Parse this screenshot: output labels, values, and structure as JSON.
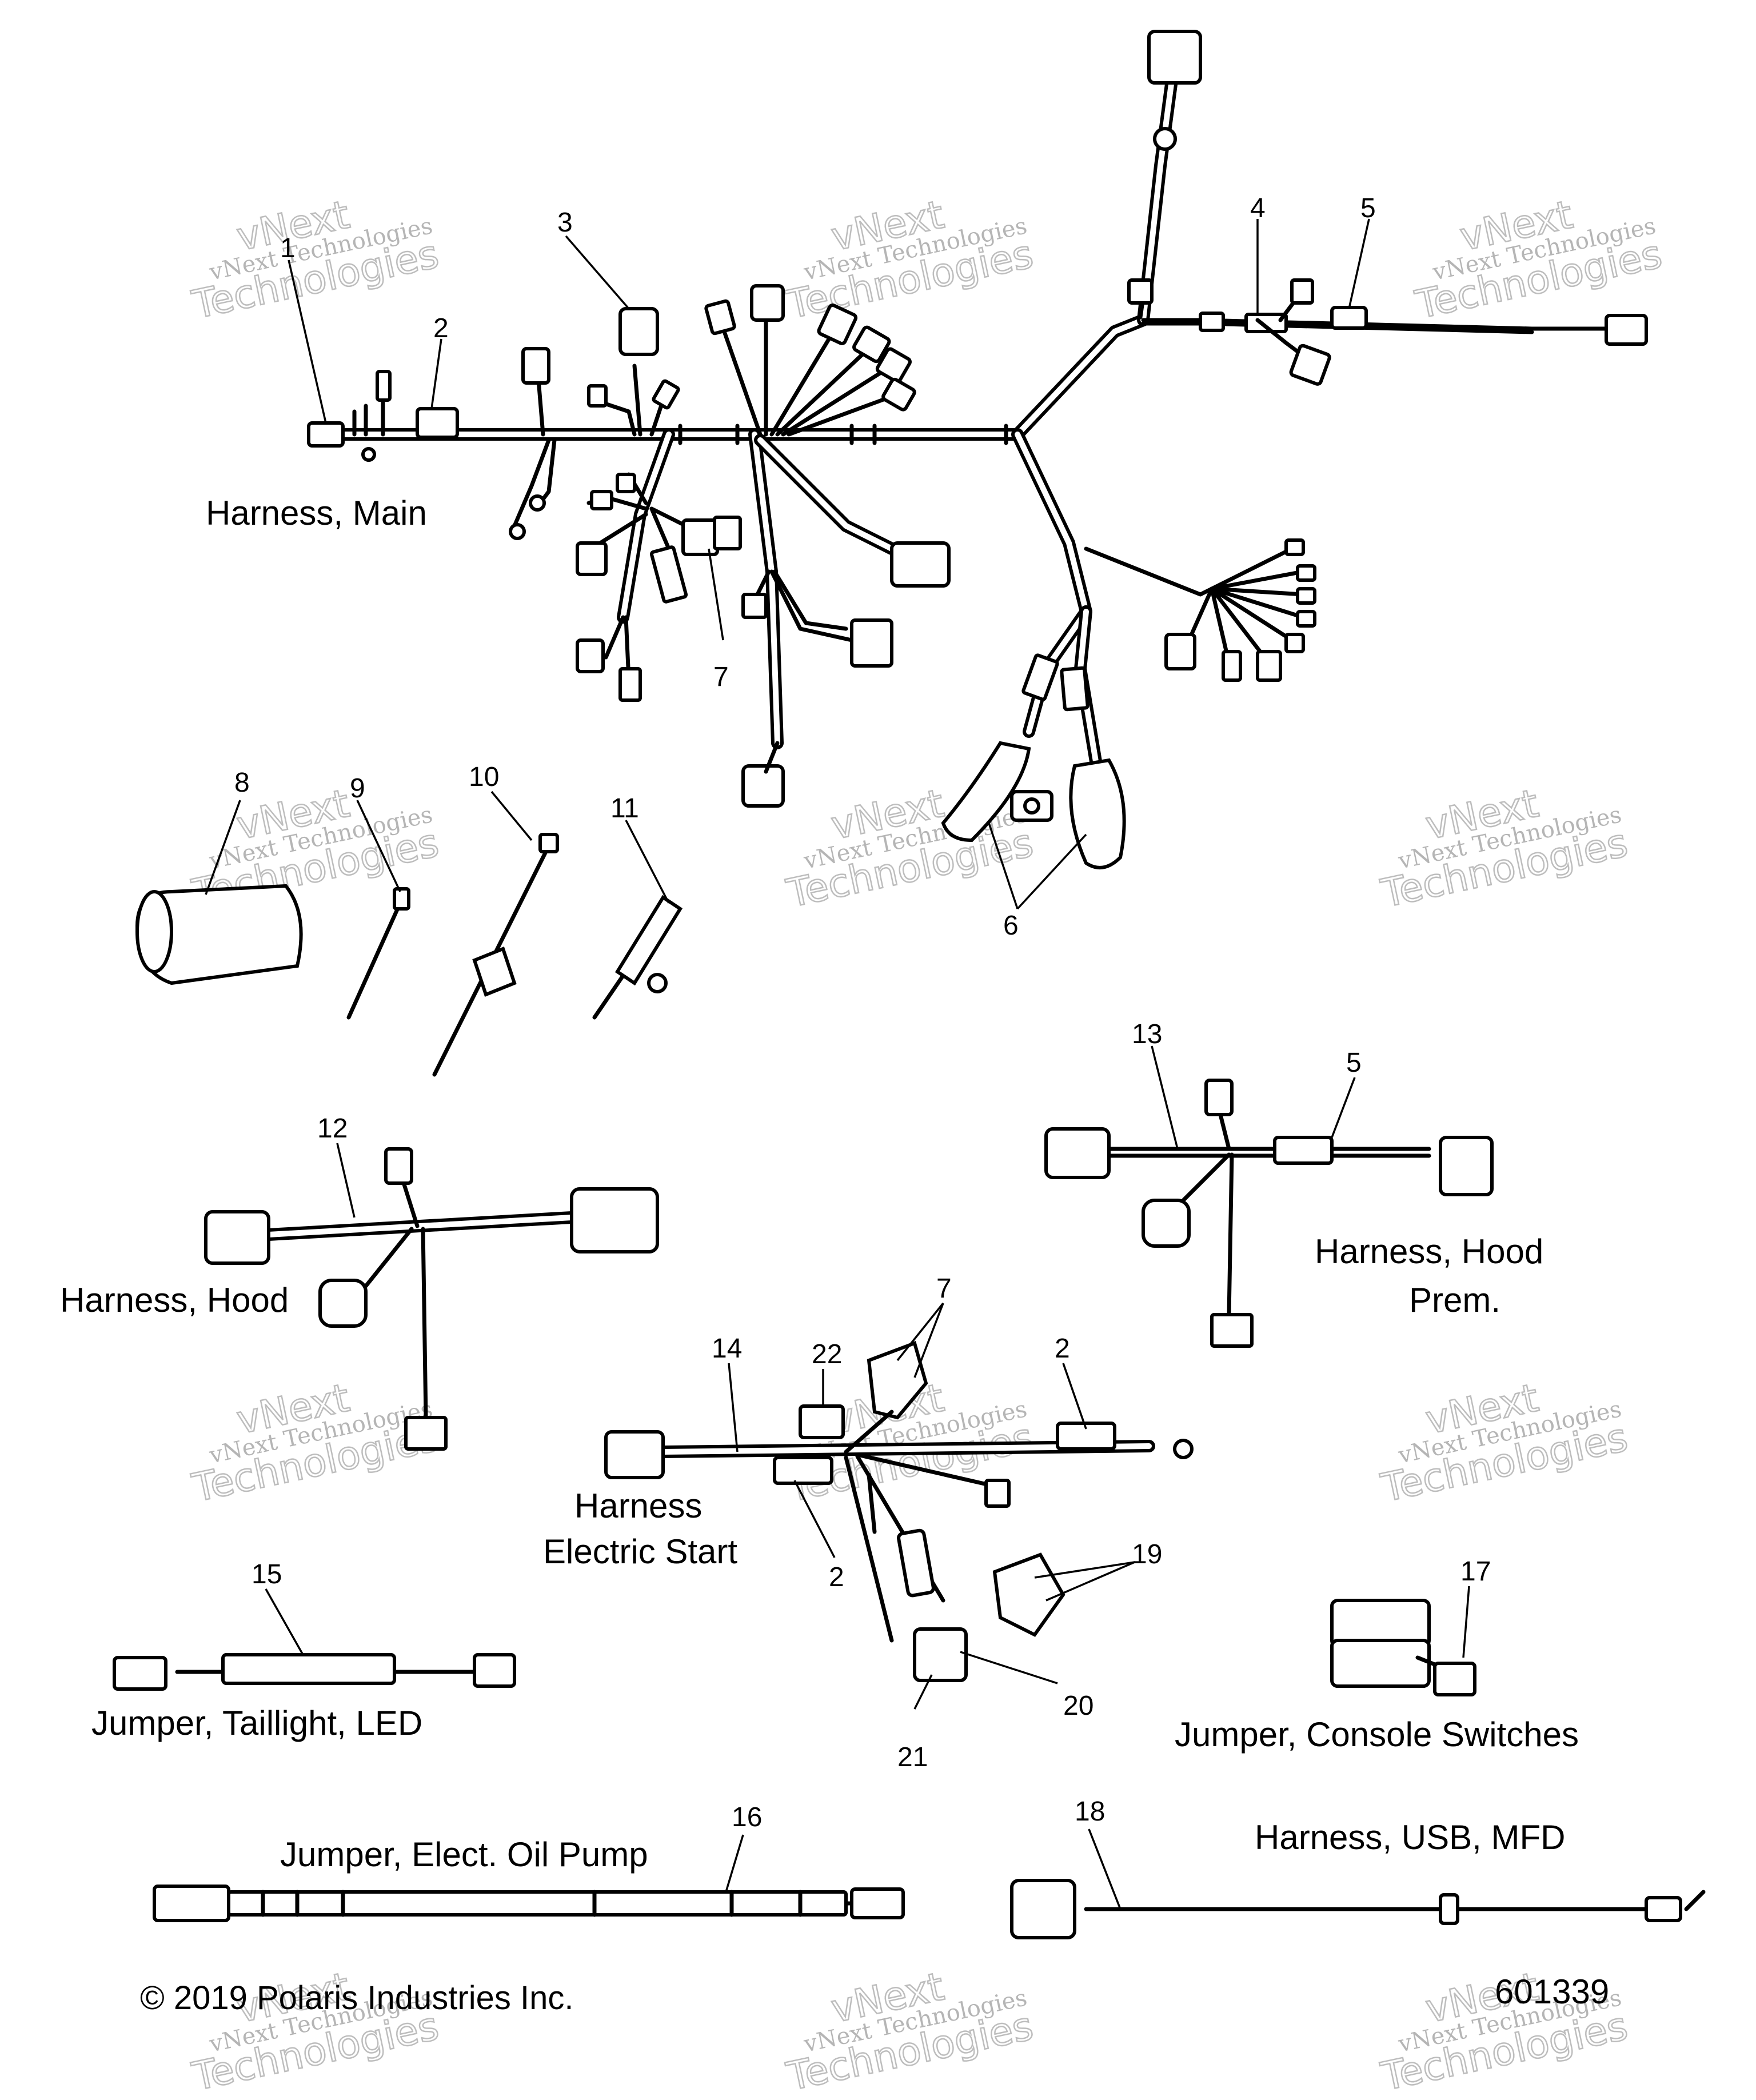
{
  "callouts": {
    "c1": "1",
    "c2a": "2",
    "c3": "3",
    "c4": "4",
    "c5a": "5",
    "c6": "6",
    "c7a": "7",
    "c8": "8",
    "c9": "9",
    "c10": "10",
    "c11": "11",
    "c12": "12",
    "c13": "13",
    "c5b": "5",
    "c14": "14",
    "c22": "22",
    "c7b": "7",
    "c2b": "2",
    "c2c": "2",
    "c19": "19",
    "c15": "15",
    "c17": "17",
    "c20": "20",
    "c21": "21",
    "c16": "16",
    "c18": "18"
  },
  "labels": {
    "harness_main": "Harness, Main",
    "harness_hood": "Harness, Hood",
    "harness_hood_prem_line1": "Harness, Hood",
    "harness_hood_prem_line2": "Prem.",
    "harness_electric_start_line1": "Harness",
    "harness_electric_start_line2": "Electric Start",
    "jumper_taillight": "Jumper, Taillight, LED",
    "jumper_console": "Jumper, Console Switches",
    "jumper_oil_pump": "Jumper, Elect. Oil Pump",
    "harness_usb": "Harness, USB, MFD"
  },
  "footer": {
    "copyright": "© 2019 Polaris Industries Inc.",
    "diagram_number": "601339"
  },
  "watermark": {
    "line1": "vNext Technologies",
    "line2": "vNext",
    "line3": "Technologies"
  }
}
